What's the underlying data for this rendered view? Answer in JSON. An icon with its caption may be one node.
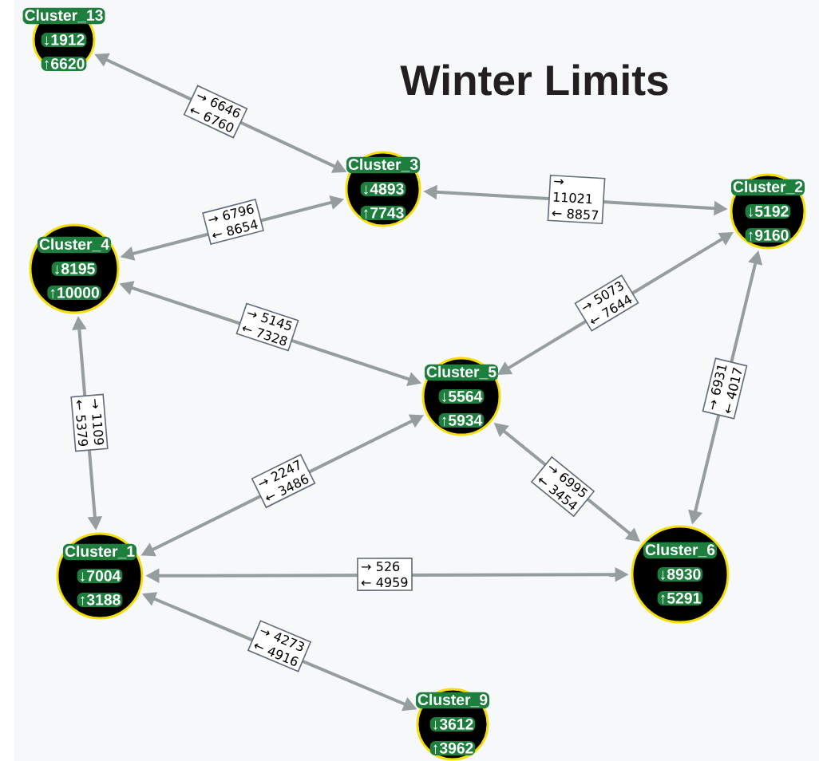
{
  "diagram": {
    "title": "Winter Limits",
    "nodes": [
      {
        "text": [
          "Cluster_13",
          "↓1912",
          "↑6620"
        ]
      },
      {
        "text": [
          "Cluster_3",
          "↓4893",
          "↑7743"
        ]
      },
      {
        "text": [
          "Cluster_2",
          "↓5192",
          "↑9160"
        ]
      },
      {
        "text": [
          "Cluster_4",
          "↓8195",
          "↑10000"
        ]
      },
      {
        "text": [
          "Cluster_5",
          "↓5564",
          "↑5934"
        ]
      },
      {
        "text": [
          "Cluster_1",
          "↓7004",
          "↑3188"
        ]
      },
      {
        "text": [
          "Cluster_6",
          "↓8930",
          "↑5291"
        ]
      },
      {
        "text": [
          "Cluster_9",
          "↓3612",
          "↑3962"
        ]
      }
    ],
    "edges": [
      {
        "from": 0,
        "to": 1,
        "arrow": "both",
        "label": "→ 6646 ← 6760"
      },
      {
        "from": 1,
        "to": 2,
        "arrow": "both",
        "label": "→ 11021 ← 8857"
      },
      {
        "from": 3,
        "to": 1,
        "arrow": "both",
        "label": "→ 6796 ← 8654"
      },
      {
        "from": 3,
        "to": 4,
        "arrow": "both",
        "label": "→ 5145 ← 7328"
      },
      {
        "from": 4,
        "to": 2,
        "arrow": "both",
        "label": "→ 5073 ← 7644"
      },
      {
        "from": 6,
        "to": 2,
        "arrow": "both",
        "label": "→ 6931 ← 4017"
      },
      {
        "from": 3,
        "to": 5,
        "arrow": "both",
        "label": "→ 1109 ← 5379"
      },
      {
        "from": 5,
        "to": 4,
        "arrow": "both",
        "label": "→ 2247 ← 3486"
      },
      {
        "from": 4,
        "to": 6,
        "arrow": "both",
        "label": "→ 6995 ← 3454"
      },
      {
        "from": 5,
        "to": 6,
        "arrow": "both",
        "label": "→ 526 ← 4959"
      },
      {
        "from": 5,
        "to": 7,
        "arrow": "both",
        "label": "→ 4273 ← 4916"
      }
    ]
  }
}
